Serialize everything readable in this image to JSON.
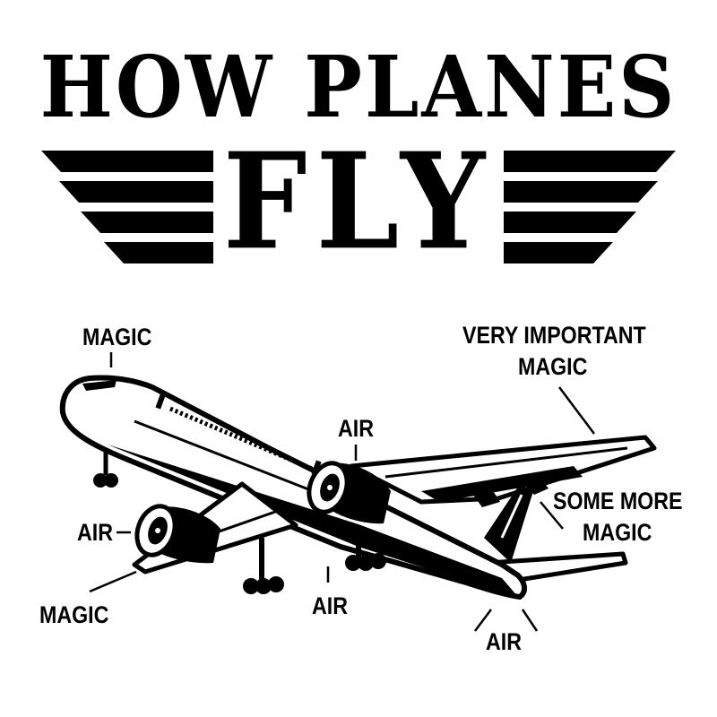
{
  "title": {
    "line1": "HOW PLANES",
    "line2": "FLY"
  },
  "labels": {
    "magic_top": "MAGIC",
    "very_important_1": "VERY IMPORTANT",
    "very_important_2": "MAGIC",
    "air_top": "AIR",
    "some_more_1": "SOME MORE",
    "some_more_2": "MAGIC",
    "air_left": "AIR",
    "magic_bottom": "MAGIC",
    "air_bottom_center": "AIR",
    "air_bottom_right": "AIR"
  }
}
